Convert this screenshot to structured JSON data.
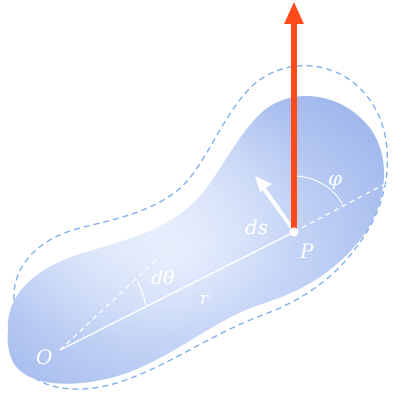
{
  "labels": {
    "origin": "O",
    "point": "P",
    "radius": "r",
    "arc_element": "ds",
    "angle_element": "dθ",
    "angle": "φ"
  },
  "colors": {
    "blob_fill": "#a9bff0",
    "blob_light": "#dbe6fb",
    "dashed_outline": "#7fb0ea",
    "force_arrow": "#ff4a1c",
    "label": "#ffffff"
  }
}
